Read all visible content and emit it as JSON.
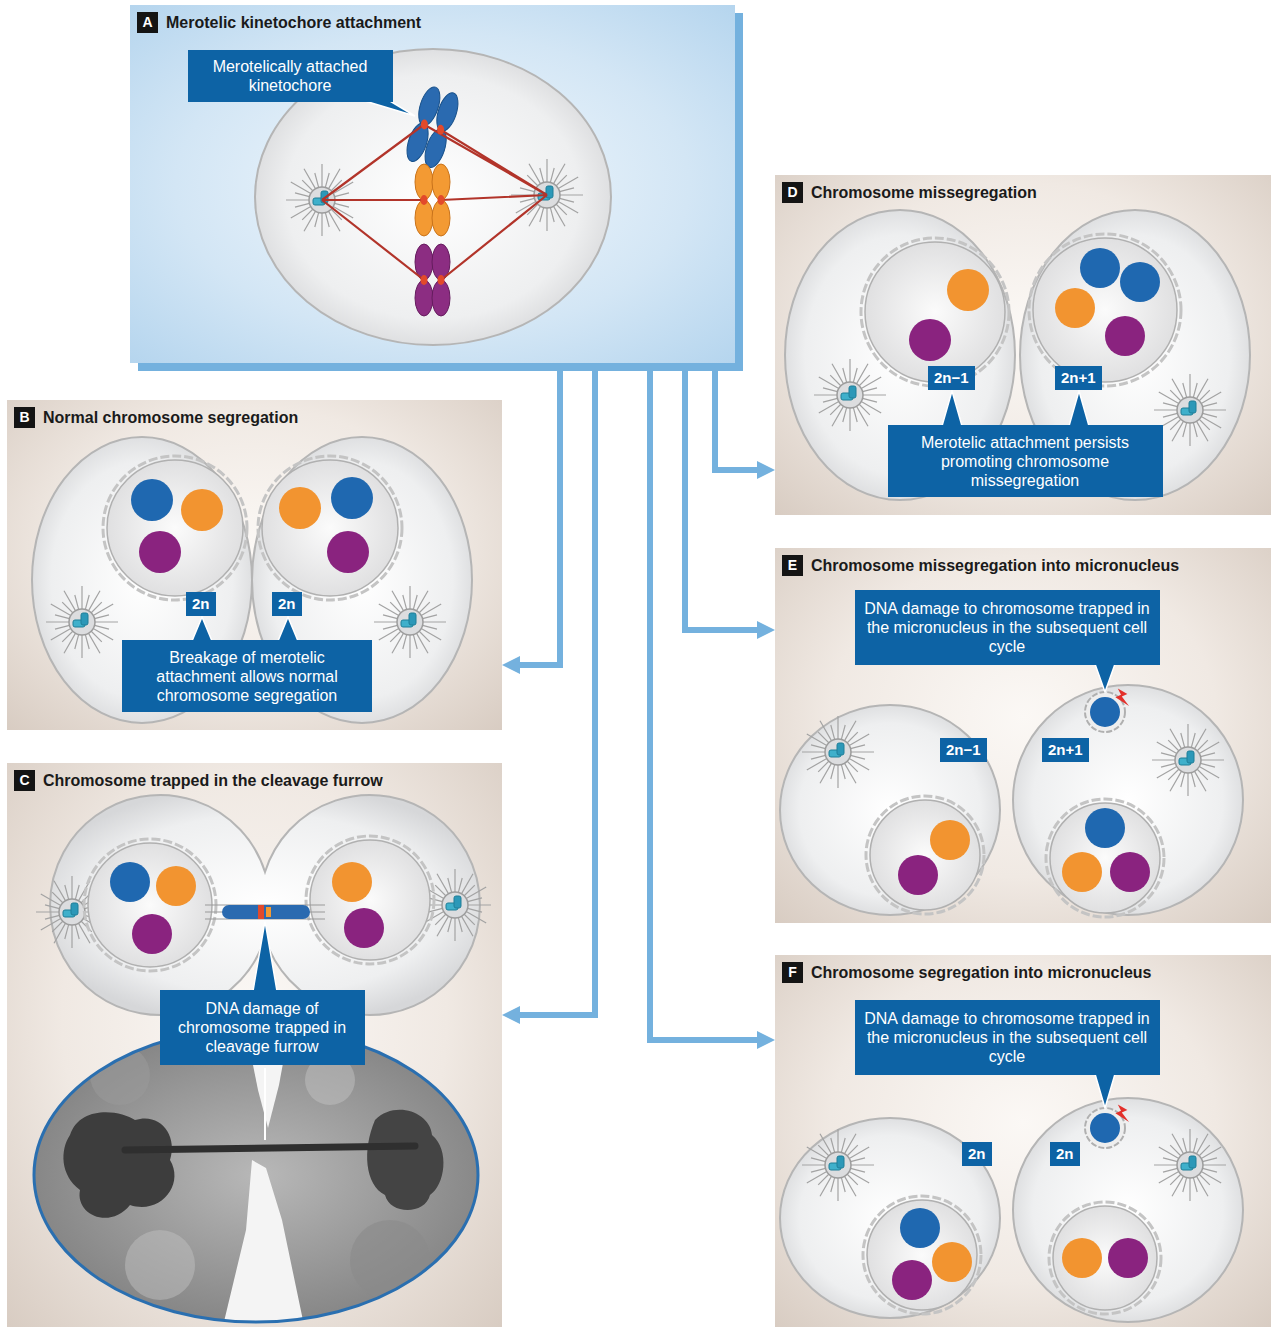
{
  "diagram": {
    "nodes": [
      {
        "text": [
          "A",
          "Merotelic kinetochore attachment"
        ]
      },
      {
        "text": [
          "Merotelically attached kinetochore"
        ],
        "in": 0
      },
      {
        "text": [
          "D",
          "Chromosome missegregation"
        ]
      },
      {
        "text": [
          "2n−1"
        ],
        "in": 2
      },
      {
        "text": [
          "2n+1"
        ],
        "in": 2
      },
      {
        "text": [
          "Merotelic attachment persists promoting chromosome missegregation"
        ],
        "in": 2
      },
      {
        "text": [
          "B",
          "Normal chromosome segregation"
        ]
      },
      {
        "text": [
          "2n"
        ],
        "in": 6
      },
      {
        "text": [
          "2n"
        ],
        "in": 6
      },
      {
        "text": [
          "Breakage of merotelic attachment allows normal chromosome segregation"
        ],
        "in": 6
      },
      {
        "text": [
          "E",
          "Chromosome missegregation into micronucleus"
        ]
      },
      {
        "text": [
          "DNA damage to chromosome trapped in the micronucleus in the subsequent cell cycle"
        ],
        "in": 10
      },
      {
        "text": [
          "2n−1"
        ],
        "in": 10
      },
      {
        "text": [
          "2n+1"
        ],
        "in": 10
      },
      {
        "text": [
          "C",
          "Chromosome trapped in the cleavage furrow"
        ]
      },
      {
        "text": [
          "DNA damage of chromosome trapped in cleavage furrow"
        ],
        "in": 14
      },
      {
        "text": [
          "F",
          "Chromosome segregation into micronucleus"
        ]
      },
      {
        "text": [
          "DNA damage to chromosome trapped in the micronucleus in the subsequent cell cycle"
        ],
        "in": 16
      },
      {
        "text": [
          "2n"
        ],
        "in": 16
      },
      {
        "text": [
          "2n"
        ],
        "in": 16
      }
    ],
    "edges": [
      {
        "from": 0,
        "to": 6,
        "arrow": "to"
      },
      {
        "from": 0,
        "to": 14,
        "arrow": "to"
      },
      {
        "from": 0,
        "to": 2,
        "arrow": "to"
      },
      {
        "from": 0,
        "to": 10,
        "arrow": "to"
      },
      {
        "from": 0,
        "to": 16,
        "arrow": "to"
      }
    ]
  }
}
